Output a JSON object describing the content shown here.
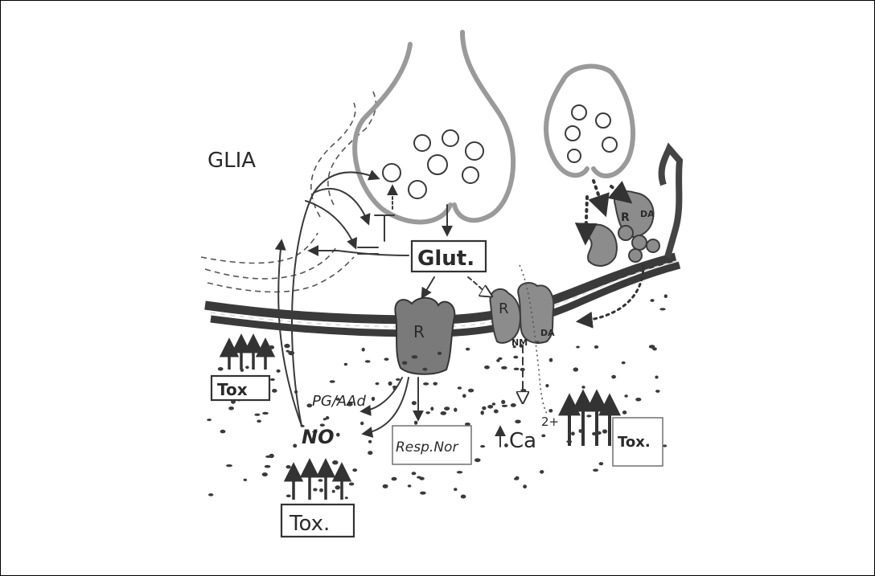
{
  "labels": {
    "glia": "GLIA",
    "glut": "Glut.",
    "receptor": "R",
    "receptor_nm": "R",
    "nm": "NM",
    "da": "DA",
    "receptor_da": "R",
    "da2": "DA",
    "pg_aa": "PG/AAd",
    "no": "NO",
    "resp_nor": "Resp.Nor",
    "ca": "Ca",
    "ca_charge": "2+",
    "tox_left": "Tox",
    "tox_bottom": "Tox.",
    "tox_right": "Tox."
  }
}
